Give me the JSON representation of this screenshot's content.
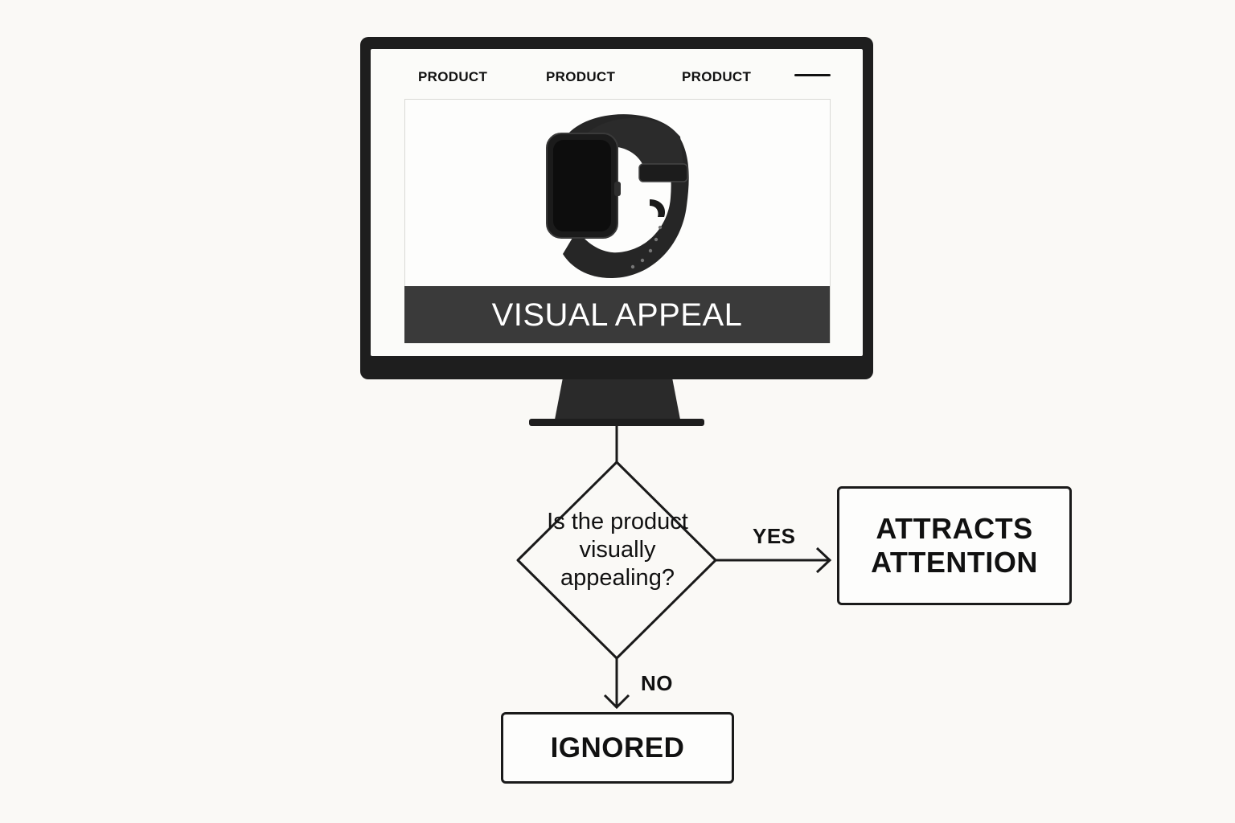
{
  "monitor": {
    "nav_items": [
      "PRODUCT",
      "PRODUCT",
      "PRODUCT"
    ],
    "menu_icon": "hamburger-menu-icon",
    "hero_image": "smartwatch-image",
    "banner_label": "VISUAL APPEAL"
  },
  "flowchart": {
    "decision": "Is the product visually appealing?",
    "yes_label": "YES",
    "no_label": "NO",
    "yes_outcome": "ATTRACTS ATTENTION",
    "no_outcome": "IGNORED"
  },
  "colors": {
    "background": "#faf9f6",
    "monitor_frame": "#1e1e1e",
    "banner": "#3a3a3a",
    "line": "#1a1a1a"
  }
}
